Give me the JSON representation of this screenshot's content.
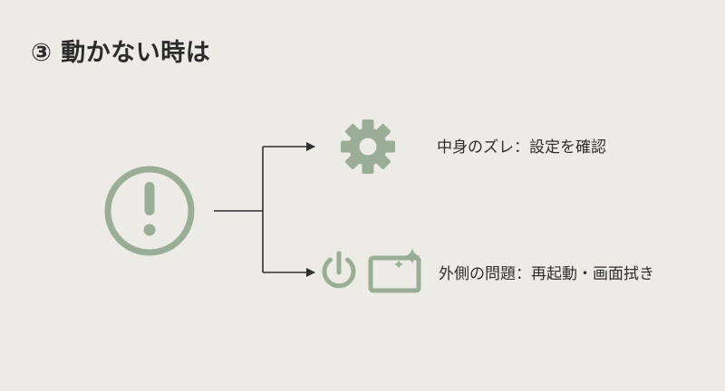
{
  "slide": {
    "title": "③ 動かない時は"
  },
  "branches": [
    {
      "label": "中身のズレ：設定を確認",
      "icons": [
        "gear-icon"
      ]
    },
    {
      "label": "外側の問題：再起動・画面拭き",
      "icons": [
        "power-icon",
        "sparkle-screen-icon"
      ]
    }
  ],
  "root": {
    "icon": "exclamation-circle-icon"
  },
  "colors": {
    "background": "#edebe6",
    "icon_green": "#9aad97",
    "line": "#2f2f2f",
    "text": "#2e2e2e"
  }
}
